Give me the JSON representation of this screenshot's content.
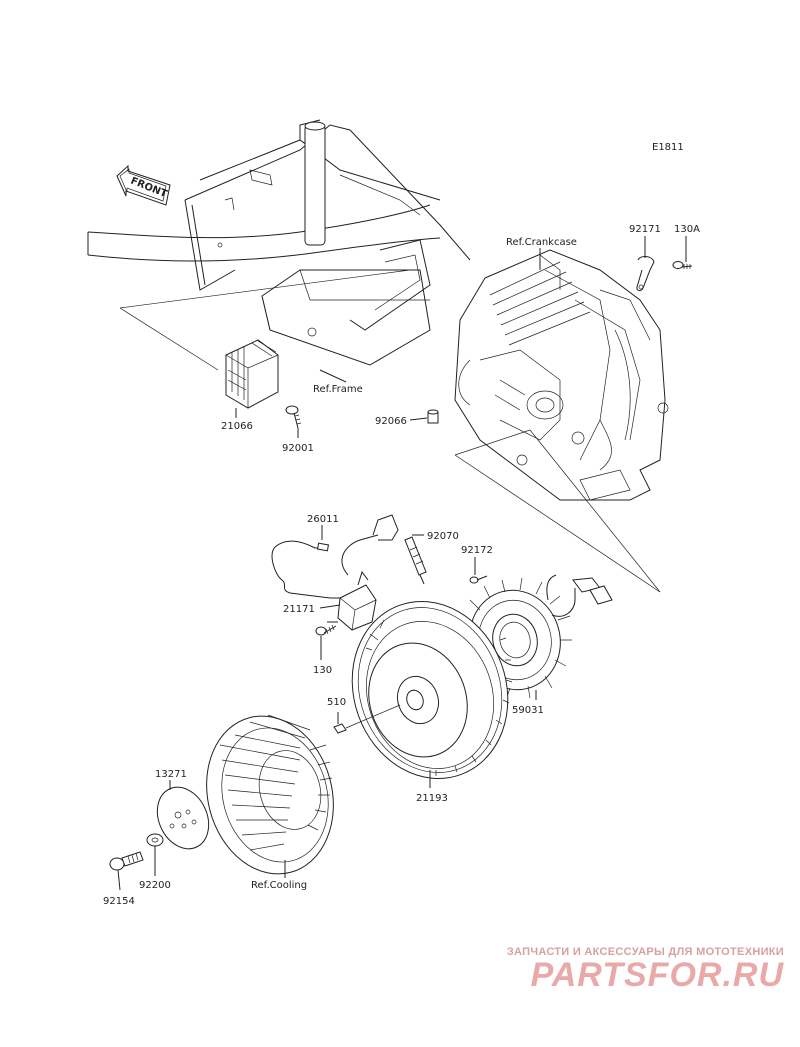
{
  "diagram_code": "E1811",
  "front_arrow": "FRONT",
  "refs": {
    "crankcase": "Ref.Crankcase",
    "frame": "Ref.Frame",
    "cooling": "Ref.Cooling"
  },
  "parts": [
    {
      "id": "p92171",
      "number": "92171"
    },
    {
      "id": "p130A",
      "number": "130A"
    },
    {
      "id": "p21066",
      "number": "21066"
    },
    {
      "id": "p92001",
      "number": "92001"
    },
    {
      "id": "p92066",
      "number": "92066"
    },
    {
      "id": "p26011",
      "number": "26011"
    },
    {
      "id": "p92070",
      "number": "92070"
    },
    {
      "id": "p92172",
      "number": "92172"
    },
    {
      "id": "p21171",
      "number": "21171"
    },
    {
      "id": "p130",
      "number": "130"
    },
    {
      "id": "p59031",
      "number": "59031"
    },
    {
      "id": "p510",
      "number": "510"
    },
    {
      "id": "p13271",
      "number": "13271"
    },
    {
      "id": "p21193",
      "number": "21193"
    },
    {
      "id": "p92200",
      "number": "92200"
    },
    {
      "id": "p92154",
      "number": "92154"
    }
  ],
  "watermark": {
    "tagline": "ЗАПЧАСТИ И АКСЕССУАРЫ ДЛЯ МОТОТЕХНИКИ",
    "brand": "PARTSFOR.RU",
    "color": "#e9a9a9"
  }
}
